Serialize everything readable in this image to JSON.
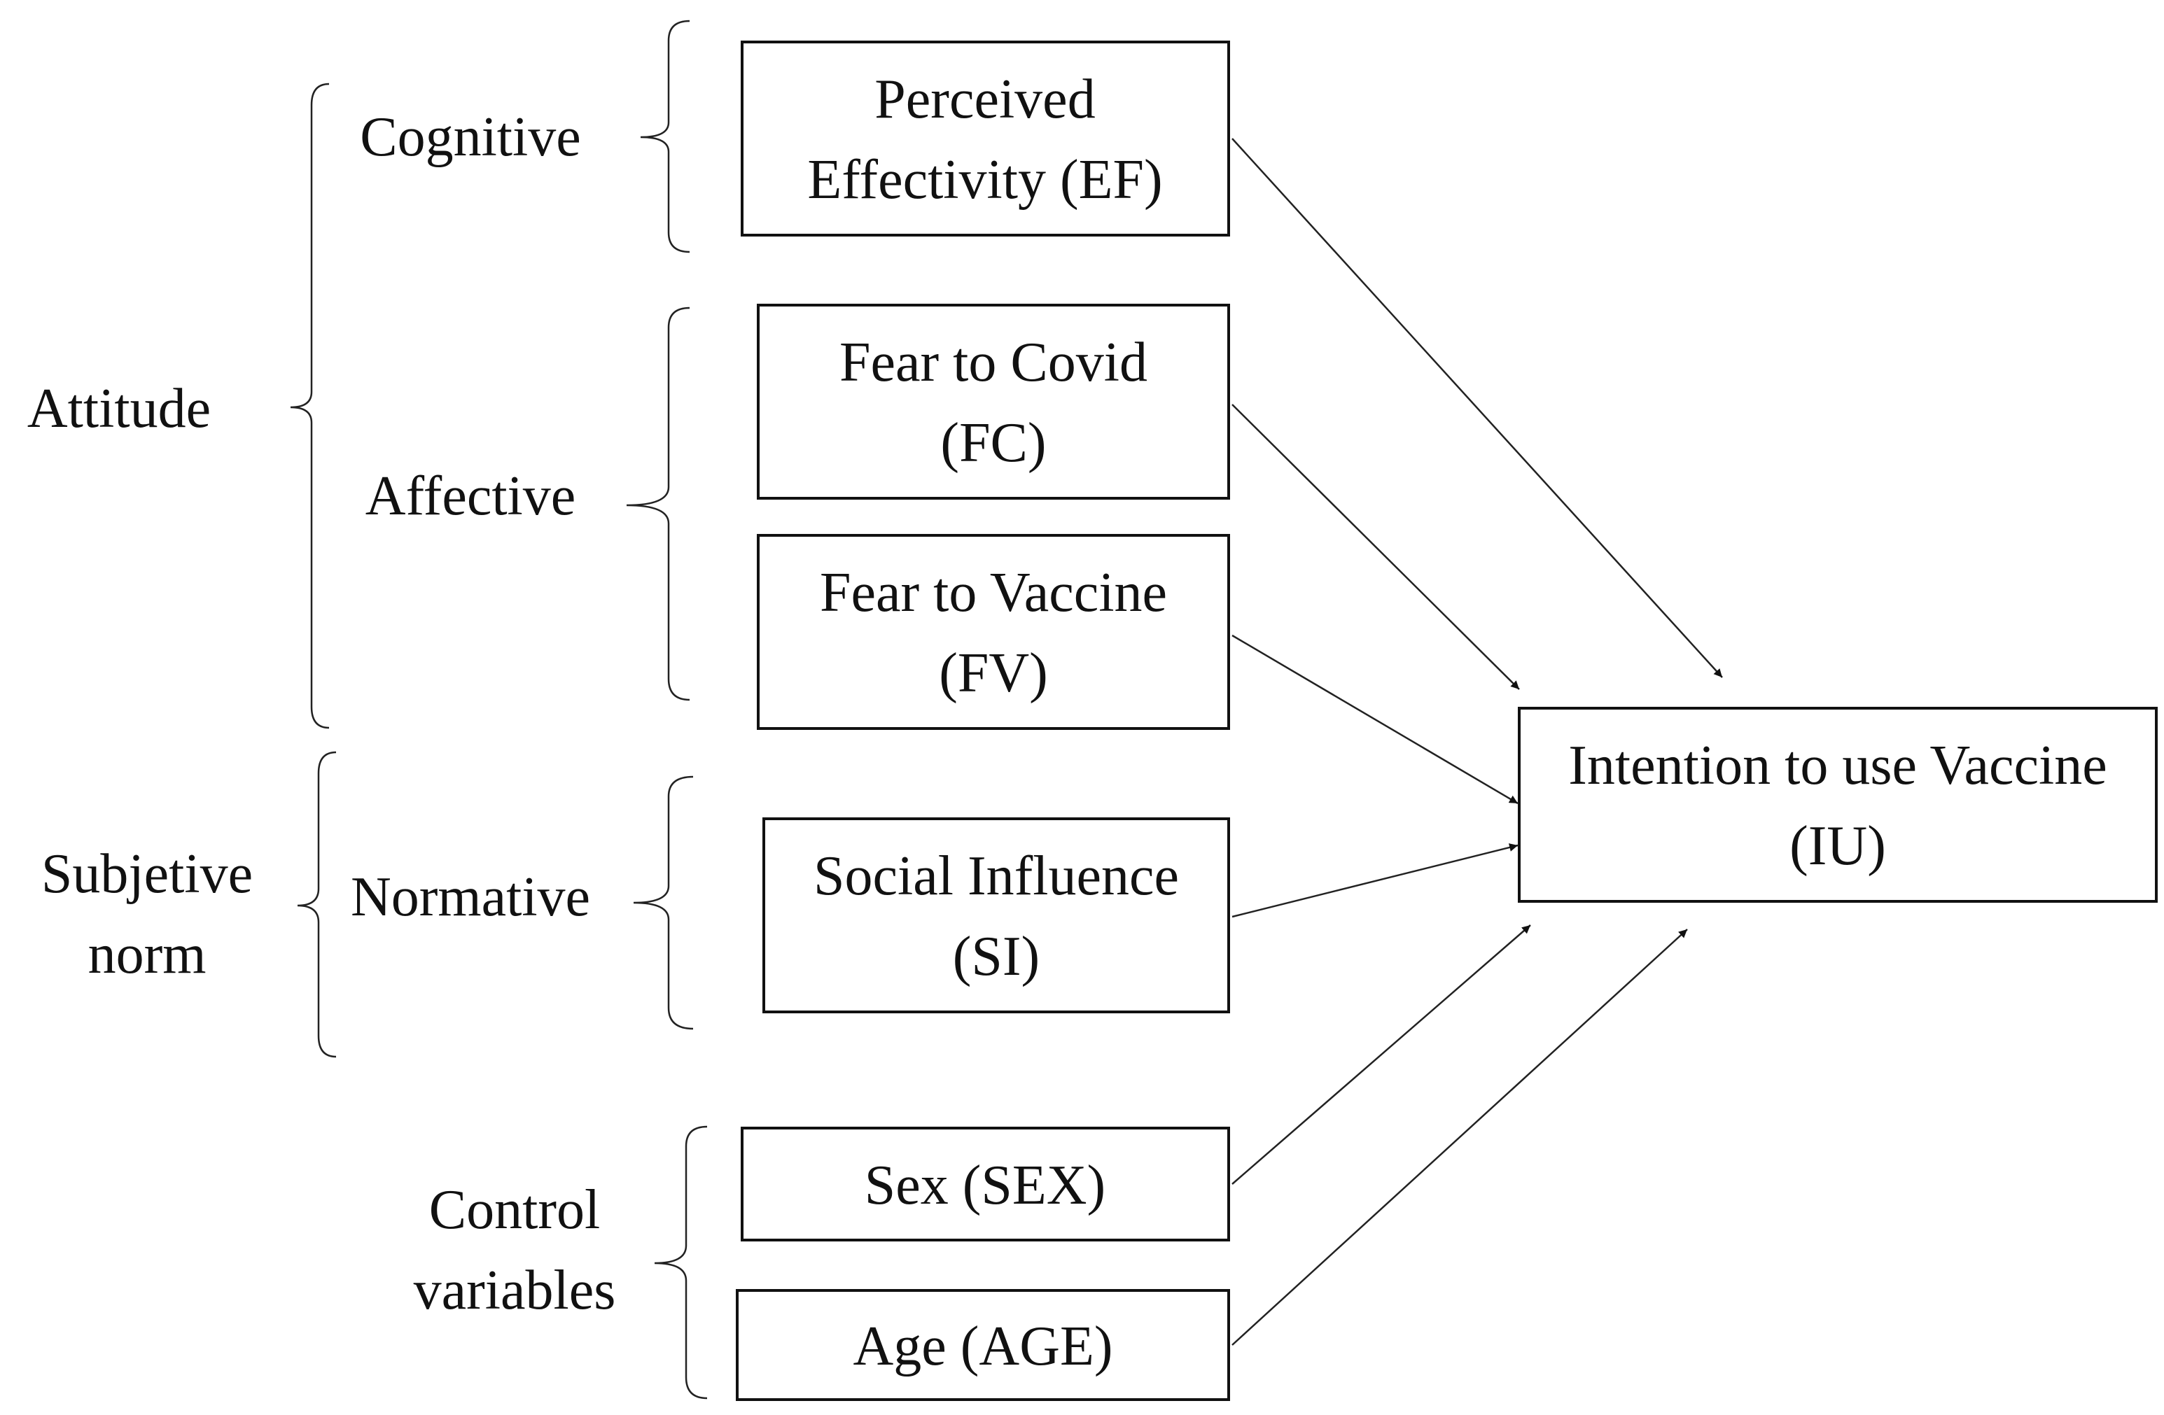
{
  "groups": {
    "attitude": "Attitude",
    "subjective_norm": [
      "Subjetive",
      "norm"
    ],
    "cognitive": "Cognitive",
    "affective": "Affective",
    "normative": "Normative",
    "control": [
      "Control",
      "variables"
    ]
  },
  "constructs": {
    "ef": [
      "Perceived",
      "Effectivity (EF)"
    ],
    "fc": [
      "Fear to Covid",
      "(FC)"
    ],
    "fv": [
      "Fear to Vaccine",
      "(FV)"
    ],
    "si": [
      "Social Influence",
      "(SI)"
    ],
    "sex": "Sex (SEX)",
    "age": "Age (AGE)",
    "iu": [
      "Intention to use Vaccine",
      "(IU)"
    ]
  },
  "colors": {
    "ink": "#111111",
    "background": "#ffffff"
  }
}
